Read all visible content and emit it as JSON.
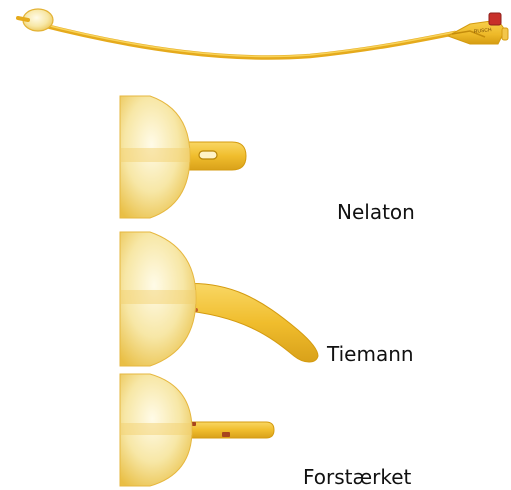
{
  "labels": {
    "nelaton": "Nelaton",
    "tiemann": "Tiemann",
    "forstaerket": "Forstærket"
  },
  "catheter_print": "RUSCH",
  "colors": {
    "catheter_yellow": "#f2c230",
    "catheter_dark": "#d9a010",
    "balloon_light": "#fbf0c6",
    "valve_red": "#c8302a",
    "label_text": "#111111"
  }
}
